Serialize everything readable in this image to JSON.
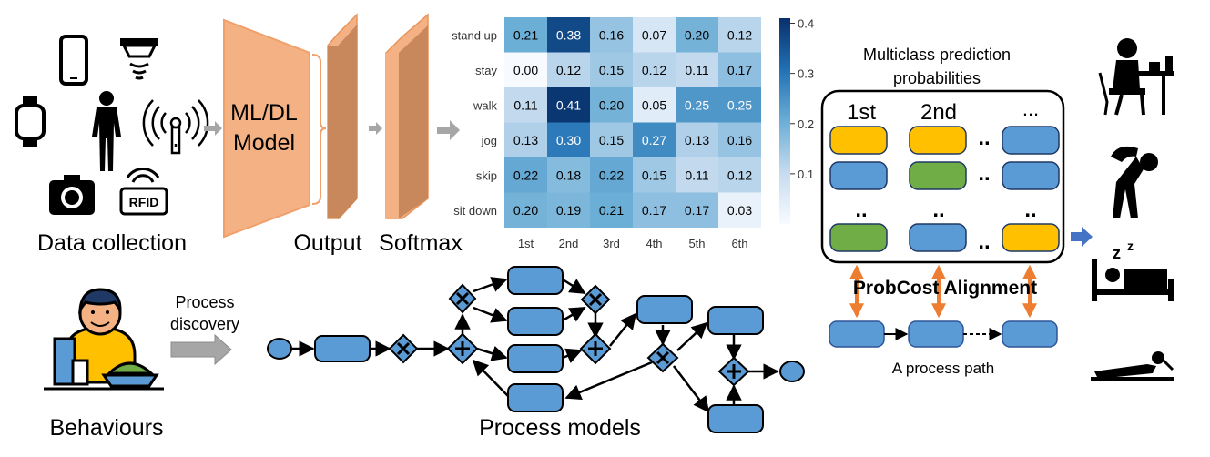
{
  "data_collection": {
    "label": "Data collection",
    "rfid_text": "RFID"
  },
  "model": {
    "line1": "ML/DL",
    "line2": "Model"
  },
  "output_label": "Output",
  "softmax_label": "Softmax",
  "heatmap": {
    "rows": [
      "stand up",
      "stay",
      "walk",
      "jog",
      "skip",
      "sit down"
    ],
    "cols": [
      "1st",
      "2nd",
      "3rd",
      "4th",
      "5th",
      "6th"
    ],
    "values": [
      [
        "0.21",
        "0.38",
        "0.16",
        "0.07",
        "0.20",
        "0.12"
      ],
      [
        "0.00",
        "0.12",
        "0.15",
        "0.12",
        "0.11",
        "0.17"
      ],
      [
        "0.11",
        "0.41",
        "0.20",
        "0.05",
        "0.25",
        "0.25"
      ],
      [
        "0.13",
        "0.30",
        "0.15",
        "0.27",
        "0.13",
        "0.16"
      ],
      [
        "0.22",
        "0.18",
        "0.22",
        "0.15",
        "0.11",
        "0.12"
      ],
      [
        "0.20",
        "0.19",
        "0.21",
        "0.17",
        "0.17",
        "0.03"
      ]
    ],
    "colorbar_ticks": [
      "0.4",
      "0.3",
      "0.2",
      "0.1"
    ],
    "colors": {
      "low": "#f7fbff",
      "high": "#08306b"
    }
  },
  "prediction": {
    "title_line1": "Multiclass prediction",
    "title_line2": "probabilities",
    "col_labels": [
      "1st",
      "2nd",
      "..."
    ],
    "dots": "..",
    "colors": {
      "yellow": "#ffc000",
      "blue": "#5b9bd5",
      "green": "#70ad47"
    }
  },
  "alignment_label": "ProbCost Alignment",
  "process_path_label": "A process path",
  "behaviours_label": "Behaviours",
  "process_discovery": {
    "line1": "Process",
    "line2": "discovery"
  },
  "process_models_label": "Process models"
}
